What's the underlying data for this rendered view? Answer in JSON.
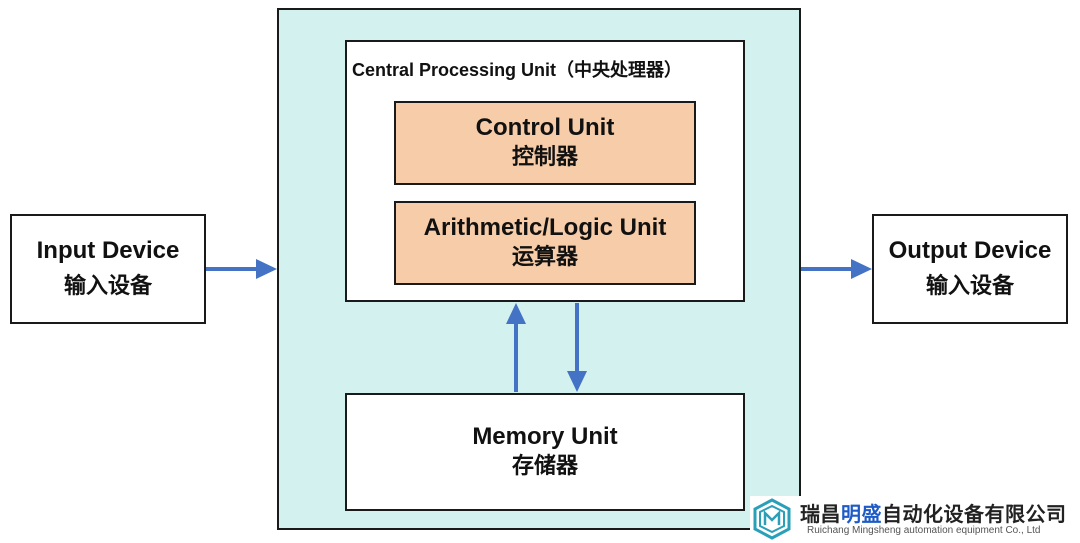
{
  "diagram": {
    "cpu_title": "Central Processing Unit（中央处理器）",
    "control_unit": {
      "en": "Control Unit",
      "zh": "控制器"
    },
    "alu": {
      "en": "Arithmetic/Logic Unit",
      "zh": "运算器"
    },
    "memory_unit": {
      "en": "Memory Unit",
      "zh": "存储器"
    },
    "input_device": {
      "en": "Input Device",
      "zh": "输入设备"
    },
    "output_device": {
      "en": "Output Device",
      "zh": "输入设备"
    }
  },
  "colors": {
    "computer_fill": "#d2f1ef",
    "unit_fill": "#f7cca8",
    "arrow": "#4472c4",
    "logo_accent": "#1e5bc6"
  },
  "logo": {
    "name_part1": "瑞昌",
    "name_highlight": "明盛",
    "name_part2": "自动化设备有限公司",
    "subtitle": "Ruichang Mingsheng automation equipment Co., Ltd"
  }
}
